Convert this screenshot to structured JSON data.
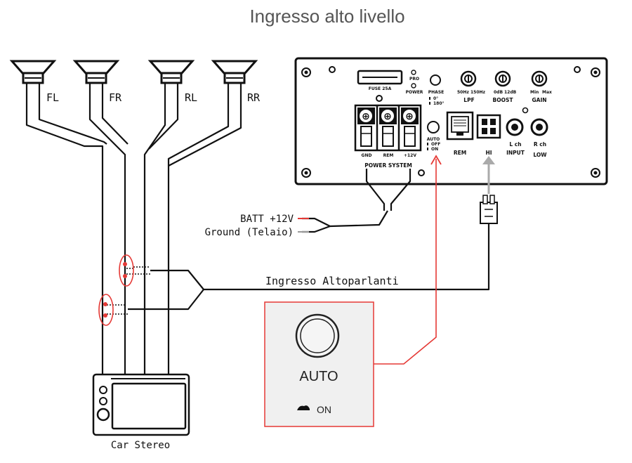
{
  "title": "Ingresso alto livello",
  "speakers": [
    "FL",
    "FR",
    "RL",
    "RR"
  ],
  "amp": {
    "fuse": "FUSE 25A",
    "pro_led": "PRO",
    "power_led": "POWER",
    "phase_label": "PHASE",
    "phase_opts": [
      "0°",
      "180°"
    ],
    "auto_label": "AUTO",
    "auto_opts": [
      "OFF",
      "ON"
    ],
    "terminals": [
      "GND",
      "REM",
      "+12V"
    ],
    "power_system": "POWER SYSTEM",
    "lpf": {
      "range": [
        "50Hz",
        "150Hz"
      ],
      "label": "LPF"
    },
    "boost": {
      "range": [
        "0dB",
        "12dB"
      ],
      "label": "BOOST"
    },
    "gain": {
      "range": [
        "Min",
        "Max"
      ],
      "label": "GAIN"
    },
    "rem_port": "REM",
    "hi_port": "HI",
    "input_label": "INPUT",
    "low_label": "LOW",
    "lch": "L ch",
    "rch": "R ch"
  },
  "labels": {
    "batt": "BATT +12V",
    "ground": "Ground (Telaio)",
    "speaker_input": "Ingresso Altoparlanti",
    "car_stereo": "Car Stereo"
  },
  "inset": {
    "auto": "AUTO",
    "on": "ON"
  },
  "colors": {
    "accent": "#e53935",
    "wire": "#111111",
    "title": "#555555",
    "hi_wire": "#aaaaaa"
  }
}
